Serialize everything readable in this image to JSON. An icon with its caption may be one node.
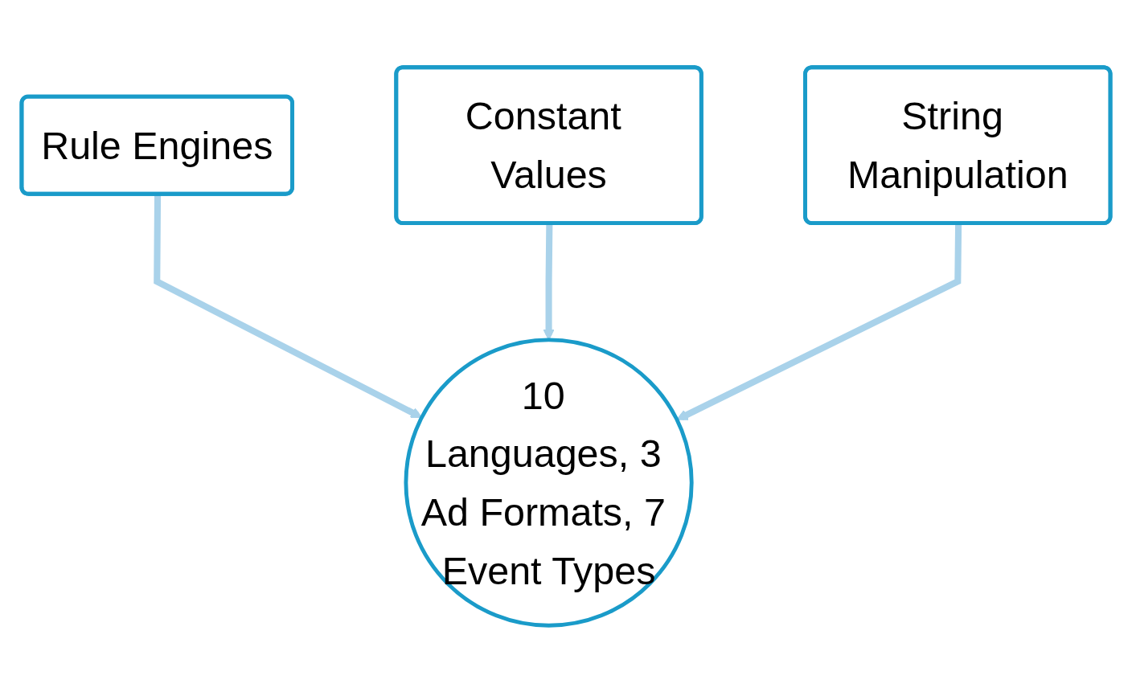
{
  "diagram": {
    "nodes": [
      {
        "text": [
          "Rule Engines"
        ]
      },
      {
        "text": [
          "Constant Values"
        ]
      },
      {
        "text": [
          "String Manipulation"
        ]
      },
      {
        "text": [
          "10 Languages, 3 Ad Formats, 7 Event Types"
        ]
      }
    ],
    "edges": [
      {
        "from": 0,
        "to": 3,
        "arrow": "to"
      },
      {
        "from": 1,
        "to": 3,
        "arrow": "to"
      },
      {
        "from": 2,
        "to": 3,
        "arrow": "to"
      }
    ]
  }
}
